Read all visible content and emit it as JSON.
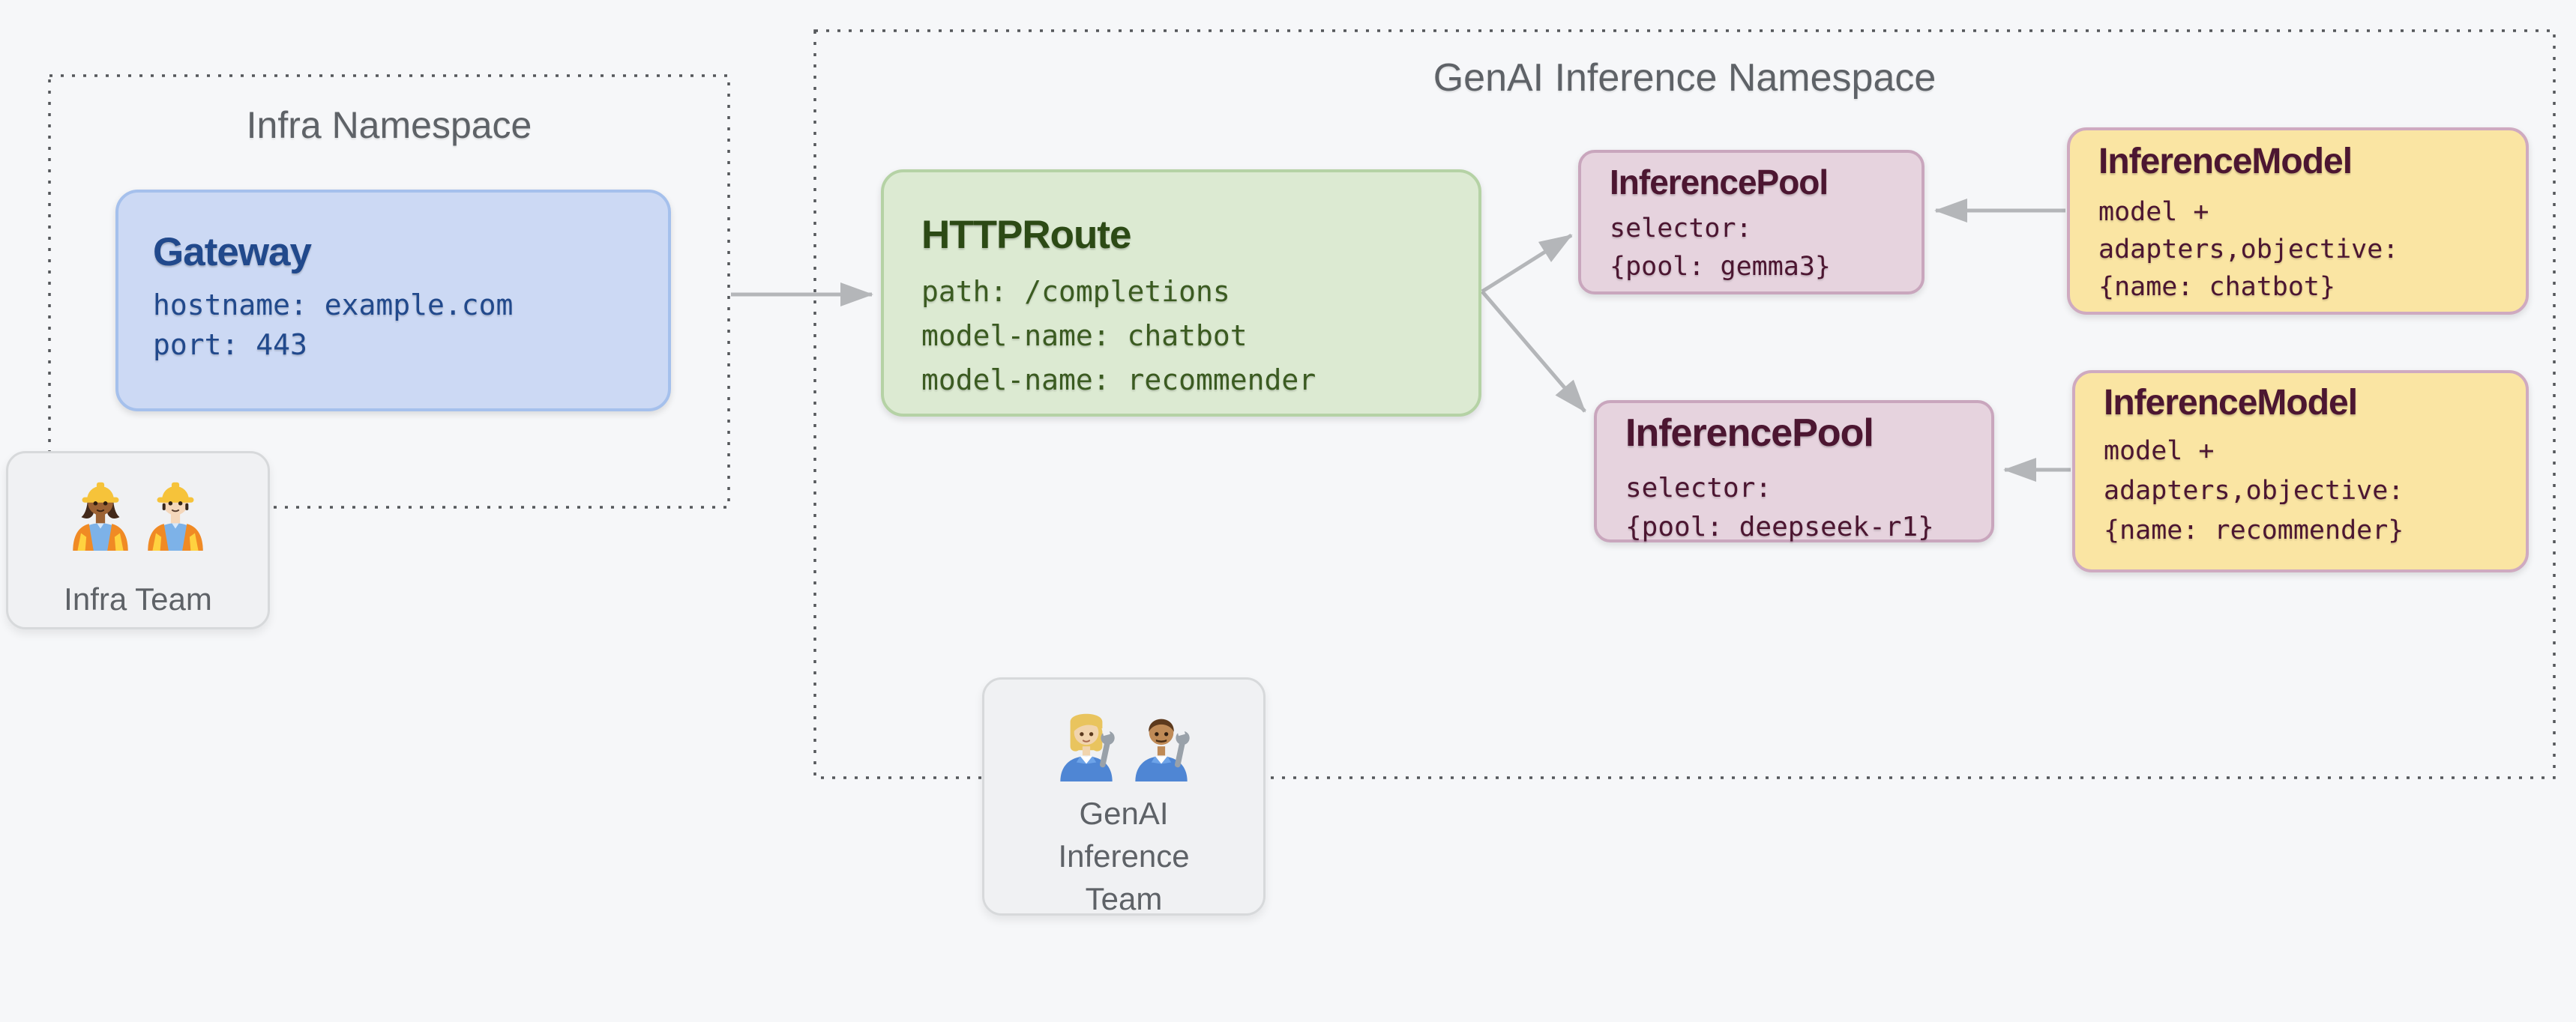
{
  "colors": {
    "bg": "#f6f7f9",
    "namespace-border": "#54575a",
    "namespace-title": "#5e6267",
    "arrow": "#b4b6b9",
    "gateway-fill": "#ccd9f4",
    "gateway-border": "#a5c0ec",
    "gateway-text": "#21498c",
    "route-fill": "#dcead2",
    "route-border": "#b5d2a5",
    "route-title": "#2c4a15",
    "route-text": "#3b5b21",
    "pool-fill": "#e6d3de",
    "pool-border": "#c9a6bd",
    "pool-text": "#4c1631",
    "model-fill": "#fae5a3",
    "model-border": "#cfaac0",
    "model-text": "#4c1631",
    "team-fill": "#f0f1f3",
    "team-border": "#d7d9db",
    "team-text": "#5e6267"
  },
  "namespaces": {
    "infra": {
      "title": "Infra Namespace"
    },
    "genai": {
      "title": "GenAI Inference Namespace"
    }
  },
  "nodes": {
    "gateway": {
      "title": "Gateway",
      "lines": [
        "hostname: example.com",
        "port: 443"
      ]
    },
    "httproute": {
      "title": "HTTPRoute",
      "lines": [
        "path: /completions",
        "model-name: chatbot",
        "model-name: recommender"
      ]
    },
    "pool1": {
      "title": "InferencePool",
      "lines": [
        "selector:",
        "{pool: gemma3}"
      ]
    },
    "model1": {
      "title": "InferenceModel",
      "lines": [
        "model +",
        "adapters,objective:",
        "{name: chatbot}"
      ]
    },
    "pool2": {
      "title": "InferencePool",
      "lines": [
        "selector:",
        "{pool: deepseek-r1}"
      ]
    },
    "model2": {
      "title": "InferenceModel",
      "lines": [
        "model +",
        "adapters,objective:",
        "{name: recommender}"
      ]
    }
  },
  "edges": [
    {
      "from": "gateway",
      "to": "httproute"
    },
    {
      "from": "httproute",
      "to": "pool1"
    },
    {
      "from": "httproute",
      "to": "pool2"
    },
    {
      "from": "model1",
      "to": "pool1"
    },
    {
      "from": "model2",
      "to": "pool2"
    }
  ],
  "teams": {
    "infra": {
      "label": "Infra Team",
      "icons": [
        "woman-construction-worker",
        "man-construction-worker"
      ]
    },
    "genai": {
      "labels": [
        "GenAI",
        "Inference",
        "Team"
      ],
      "icons": [
        "woman-mechanic",
        "man-mechanic"
      ]
    }
  }
}
